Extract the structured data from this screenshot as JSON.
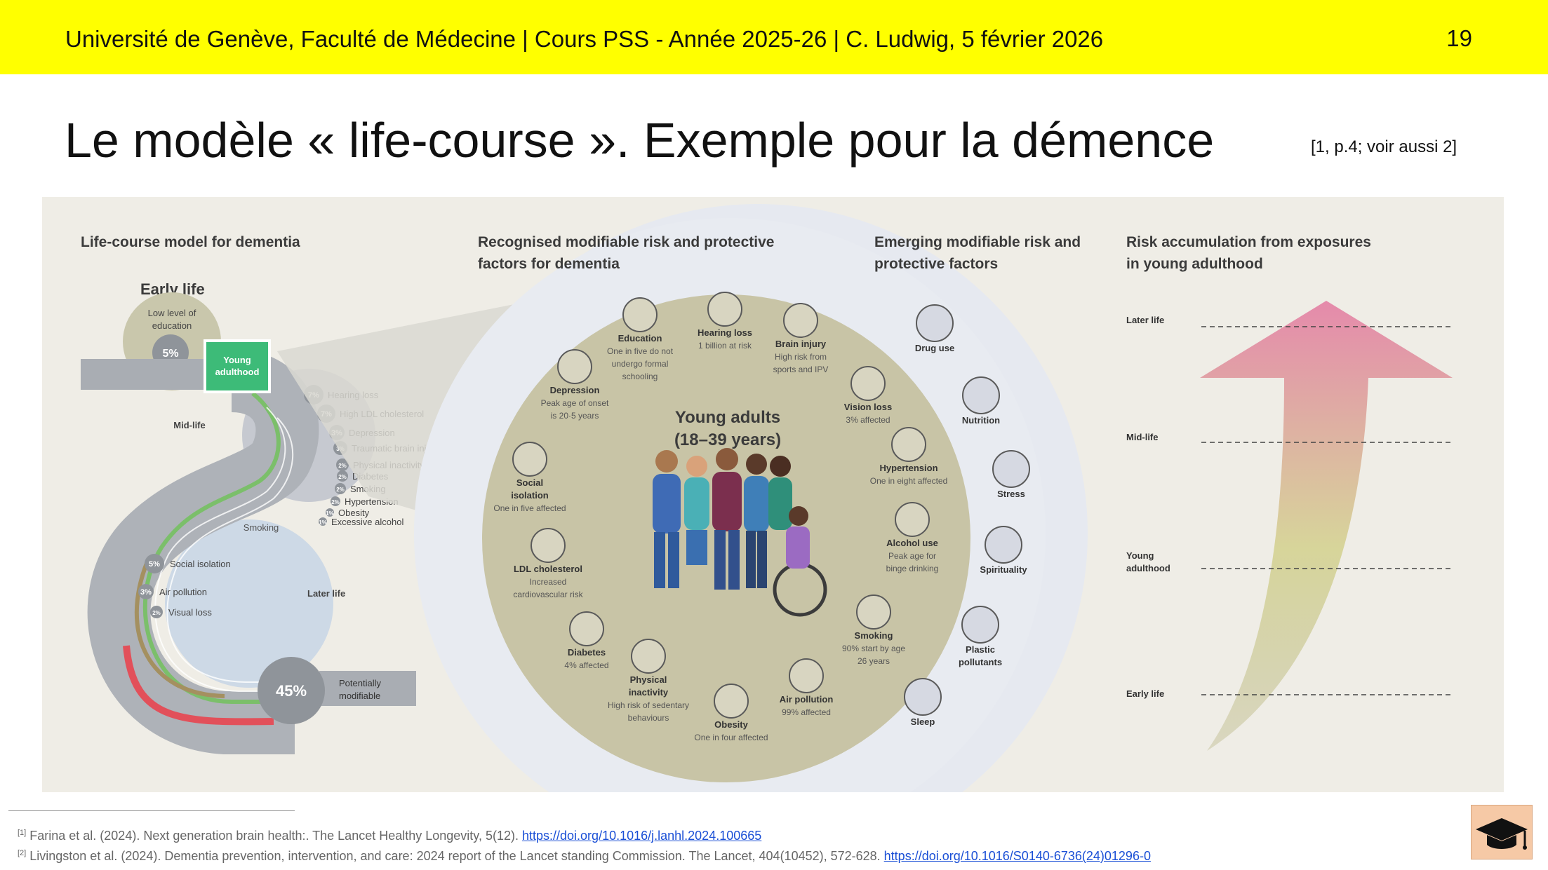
{
  "header": {
    "left": "Université de Genève, Faculté de Médecine  |  Cours PSS - Année 2025-26  |  C. Ludwig, 5 février 2026",
    "page_number": "19"
  },
  "slide": {
    "title": "Le modèle « life-course ». Exemple pour la démence",
    "ref": "[1, p.4; voir aussi 2]"
  },
  "figure": {
    "panel1": {
      "heading": "Life-course model for dementia",
      "early_life": "Early life",
      "low_education": [
        "Low level of",
        "education"
      ],
      "low_education_pct": "5%",
      "young_adulthood": [
        "Young",
        "adulthood"
      ],
      "mid_life": "Mid-life",
      "later_life": "Later life",
      "smoking_label": "Smoking",
      "midlife_factors": [
        {
          "pct": "7%",
          "label": "Hearing loss"
        },
        {
          "pct": "7%",
          "label": "High LDL cholesterol"
        },
        {
          "pct": "3%",
          "label": "Depression"
        },
        {
          "pct": "3%",
          "label": "Traumatic brain injury"
        },
        {
          "pct": "2%",
          "label": "Physical inactivity"
        },
        {
          "pct": "2%",
          "label": "Diabetes"
        },
        {
          "pct": "2%",
          "label": "Smoking"
        },
        {
          "pct": "2%",
          "label": "Hypertension"
        },
        {
          "pct": "1%",
          "label": "Obesity"
        },
        {
          "pct": "1%",
          "label": "Excessive alcohol"
        }
      ],
      "laterlife_factors": [
        {
          "pct": "5%",
          "label": "Social isolation"
        },
        {
          "pct": "3%",
          "label": "Air pollution"
        },
        {
          "pct": "2%",
          "label": "Visual loss"
        }
      ],
      "potentially_modifiable_pct": "45%",
      "potentially_modifiable": [
        "Potentially",
        "modifiable"
      ]
    },
    "panel2": {
      "heading": [
        "Recognised modifiable risk and protective",
        "factors for dementia"
      ],
      "center_title": [
        "Young adults",
        "(18–39 years)"
      ],
      "factors": [
        {
          "title": [
            "Education"
          ],
          "desc": [
            "One in five do not",
            "undergo formal",
            "schooling"
          ]
        },
        {
          "title": [
            "Hearing loss"
          ],
          "desc": [
            "1 billion at risk"
          ]
        },
        {
          "title": [
            "Brain injury"
          ],
          "desc": [
            "High risk from",
            "sports and IPV"
          ]
        },
        {
          "title": [
            "Depression"
          ],
          "desc": [
            "Peak age of onset",
            "is 20·5 years"
          ]
        },
        {
          "title": [
            "Vision loss"
          ],
          "desc": [
            "3% affected"
          ]
        },
        {
          "title": [
            "Hypertension"
          ],
          "desc": [
            "One in eight affected"
          ]
        },
        {
          "title": [
            "Social",
            "isolation"
          ],
          "desc": [
            "One in five affected"
          ]
        },
        {
          "title": [
            "Alcohol use"
          ],
          "desc": [
            "Peak age for",
            "binge drinking"
          ]
        },
        {
          "title": [
            "LDL cholesterol"
          ],
          "desc": [
            "Increased",
            "cardiovascular risk"
          ]
        },
        {
          "title": [
            "Smoking"
          ],
          "desc": [
            "90% start by age",
            "26 years"
          ]
        },
        {
          "title": [
            "Diabetes"
          ],
          "desc": [
            "4% affected"
          ]
        },
        {
          "title": [
            "Physical",
            "inactivity"
          ],
          "desc": [
            "High risk of sedentary",
            "behaviours"
          ]
        },
        {
          "title": [
            "Air pollution"
          ],
          "desc": [
            "99% affected"
          ]
        },
        {
          "title": [
            "Obesity"
          ],
          "desc": [
            "One in four affected"
          ]
        }
      ]
    },
    "panel3": {
      "heading": [
        "Emerging modifiable risk and",
        "protective factors"
      ],
      "factors": [
        "Drug use",
        "Nutrition",
        "Stress",
        "Spirituality",
        [
          "Plastic",
          "pollutants"
        ],
        "Sleep"
      ]
    },
    "panel4": {
      "heading": [
        "Risk accumulation from exposures",
        "in young adulthood"
      ],
      "levels": [
        [
          "Later life"
        ],
        [
          "Mid-life"
        ],
        [
          "Young",
          "adulthood"
        ],
        [
          "Early life"
        ]
      ]
    },
    "colors": {
      "background": "#efede6",
      "circle": "#c8c4a6",
      "young_adulthood": "#3dbb78",
      "header_yellow": "#ffff00"
    }
  },
  "footnotes": [
    {
      "num": "[1]",
      "text": "Farina et al. (2024). Next generation brain health:. The Lancet Healthy Longevity, 5(12). ",
      "link": "https://doi.org/10.1016/j.lanhl.2024.100665"
    },
    {
      "num": "[2]",
      "text": "Livingston et al. (2024). Dementia prevention, intervention, and care: 2024 report of the Lancet standing Commission. The Lancet, 404(10452), 572-628. ",
      "link": "https://doi.org/10.1016/S0140-6736(24)01296-0"
    }
  ],
  "logo_icon": "graduation-cap-icon"
}
